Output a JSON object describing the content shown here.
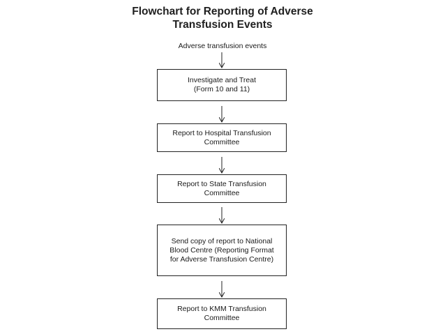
{
  "title": {
    "line1": "Flowchart for Reporting of Adverse",
    "line2": "Transfusion Events"
  },
  "start": "Adverse transfusion events",
  "steps": [
    {
      "lines": [
        "Investigate and Treat",
        "(Form 10 and 11)"
      ]
    },
    {
      "lines": [
        "Report to Hospital Transfusion",
        "Committee"
      ]
    },
    {
      "lines": [
        "Report to State Transfusion",
        "Committee"
      ]
    },
    {
      "lines": [
        "Send copy of report to National",
        "Blood Centre (Reporting Format",
        "for Adverse Transfusion Centre)"
      ]
    },
    {
      "lines": [
        "Report to KMM Transfusion",
        "Committee"
      ]
    }
  ]
}
